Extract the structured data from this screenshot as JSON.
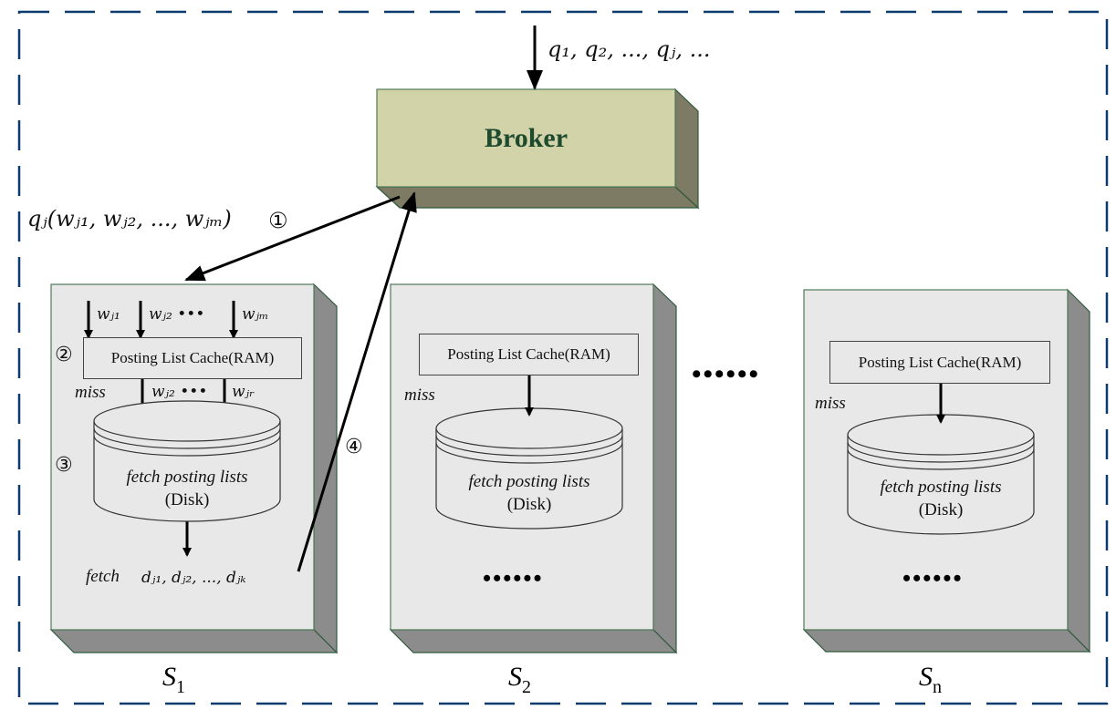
{
  "diagram": {
    "incoming_queries": "q₁, q₂, ..., qⱼ, ...",
    "broker": {
      "label": "Broker"
    },
    "query_to_server": {
      "text": "qⱼ(wⱼ₁, wⱼ₂, ..., wⱼₘ)",
      "step": "①"
    },
    "servers": [
      {
        "name": "S",
        "subscript": "1",
        "input_terms": [
          "wⱼ₁",
          "wⱼ₂ •••",
          "wⱼₘ"
        ],
        "cache_label": "Posting List Cache(RAM)",
        "cache_step": "②",
        "miss_label": "miss",
        "miss_terms": "wⱼ₂ •••",
        "miss_terms_last": "wⱼᵣ",
        "disk_line1": "fetch posting lists",
        "disk_line2": "(Disk)",
        "disk_step": "③",
        "fetch_label": "fetch",
        "fetch_docs": "dⱼ₁, dⱼ₂, ..., dⱼₖ",
        "return_step": "④"
      },
      {
        "name": "S",
        "subscript": "2",
        "cache_label": "Posting List Cache(RAM)",
        "miss_label": "miss",
        "disk_line1": "fetch posting lists",
        "disk_line2": "(Disk)",
        "more": "••••••"
      },
      {
        "name": "S",
        "subscript": "n",
        "cache_label": "Posting List Cache(RAM)",
        "miss_label": "miss",
        "disk_line1": "fetch posting lists",
        "disk_line2": "(Disk)",
        "more": "••••••"
      }
    ],
    "between_servers": "••••••",
    "colors": {
      "border_dash": "#0a3a6e",
      "broker_front": "#d3d3aa",
      "broker_side": "#7d7b63",
      "server_front": "#e8e8e8",
      "server_side": "#8c8c8c",
      "box_edge": "#2f5a3c"
    }
  }
}
